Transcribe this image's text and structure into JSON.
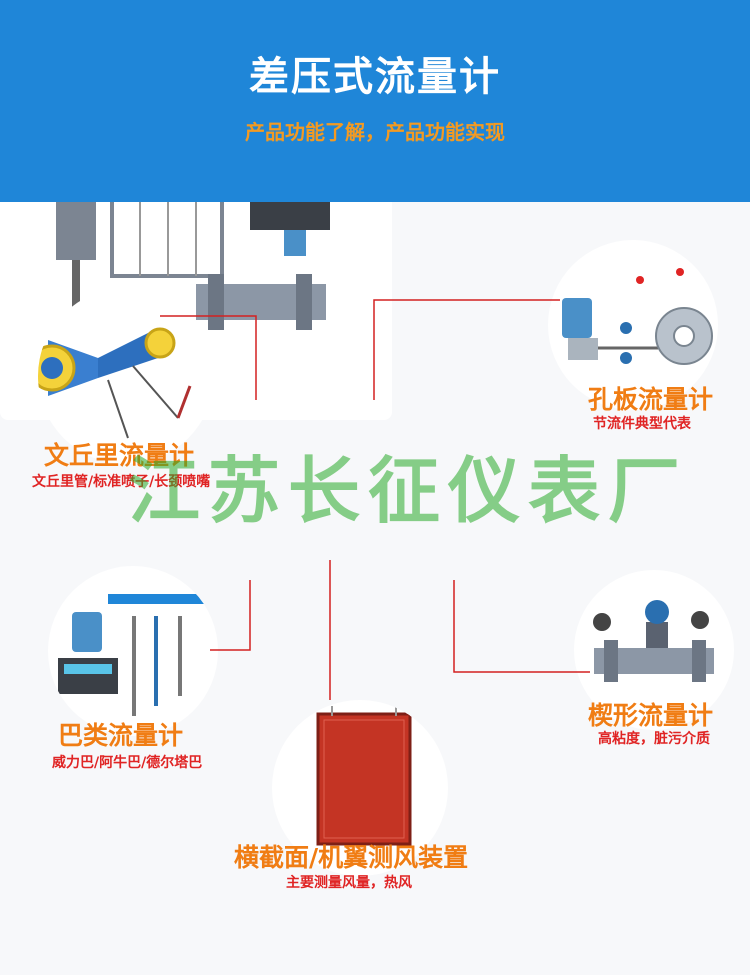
{
  "header": {
    "title": "差压式流量计",
    "subtitle": "产品功能了解，产品功能实现"
  },
  "products": {
    "venturi": {
      "title": "文丘里流量计",
      "desc": "文丘里管/标准喷子/长颈喷嘴"
    },
    "orifice": {
      "title": "孔板流量计",
      "desc": "节流件典型代表"
    },
    "annubar": {
      "title": "巴类流量计",
      "desc": "威力巴/阿牛巴/德尔塔巴"
    },
    "wedge": {
      "title": "楔形流量计",
      "desc": "高粘度，脏污介质"
    },
    "wing": {
      "title": "横截面/机翼测风装置",
      "desc": "主要测量风量，热风"
    }
  },
  "watermark": "江苏长征仪表厂",
  "colors": {
    "banner": "#1f86d8",
    "accent_orange": "#f07d14",
    "accent_red": "#e02424",
    "connector_red": "#d42020"
  }
}
